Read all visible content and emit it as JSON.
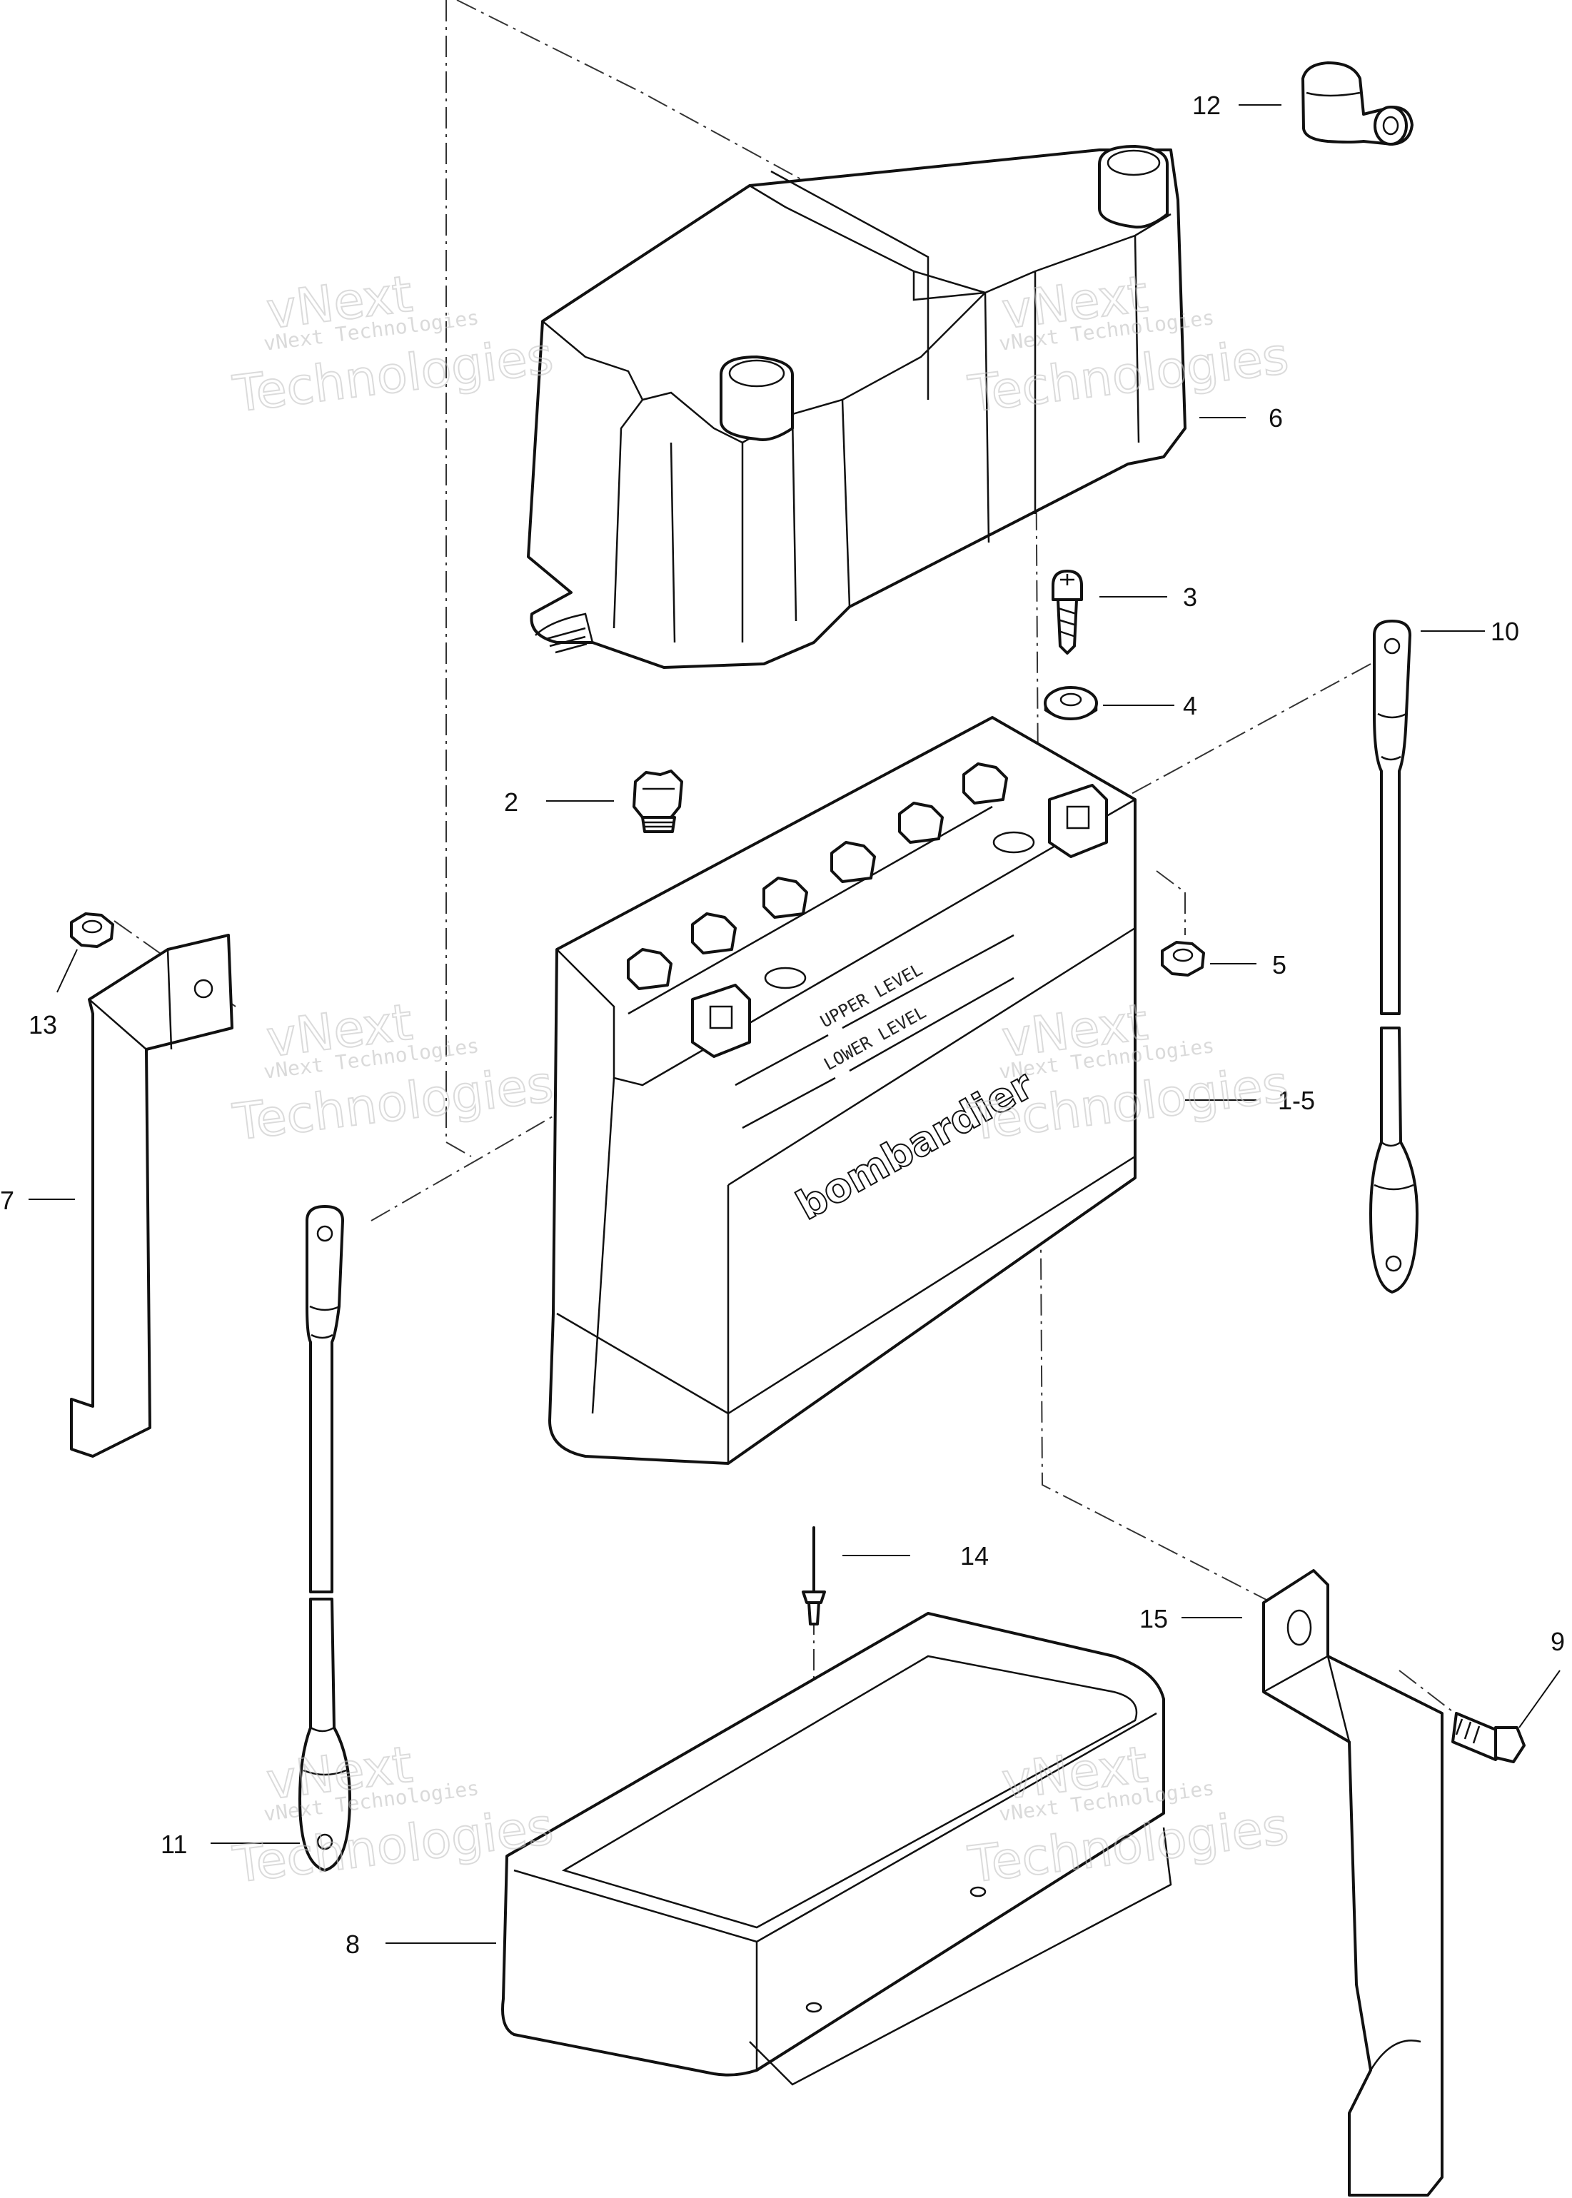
{
  "callouts": {
    "c1": "12",
    "c2": "6",
    "c3": "3",
    "c4": "4",
    "c5": "10",
    "c6": "2",
    "c7": "5",
    "c8": "13",
    "c9": "1-5",
    "c10": "7",
    "c11": "14",
    "c12": "15",
    "c13": "9",
    "c14": "11",
    "c15": "8"
  },
  "battery_markings": {
    "upper_level": "UPPER LEVEL",
    "lower_level": "LOWER LEVEL",
    "brand": "bombardier"
  },
  "watermark": {
    "small": "vNext Technologies",
    "large_line1": "vNext",
    "large_line2": "Technologies"
  }
}
